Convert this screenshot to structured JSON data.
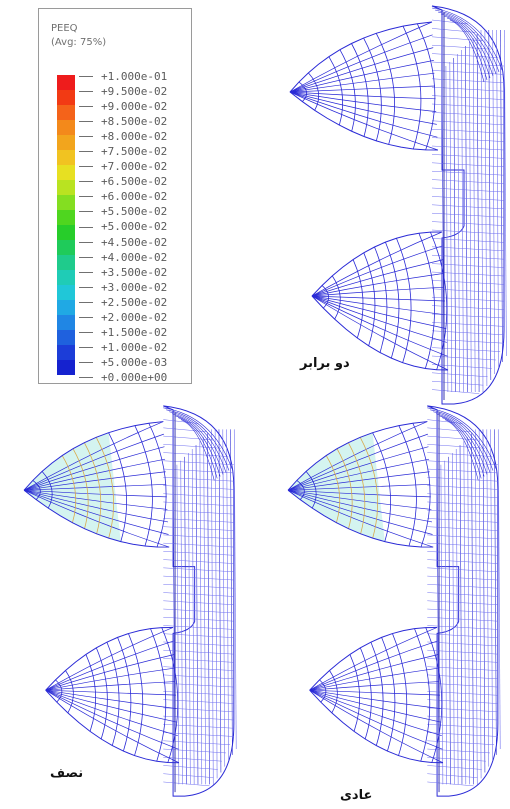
{
  "legend": {
    "title": "PEEQ",
    "subtitle": "(Avg: 75%)",
    "entries": [
      {
        "label": "+1.000e-01",
        "color": "#ee1c1c"
      },
      {
        "label": "+9.500e-02",
        "color": "#f23a14"
      },
      {
        "label": "+9.000e-02",
        "color": "#f4631a"
      },
      {
        "label": "+8.500e-02",
        "color": "#f3891b"
      },
      {
        "label": "+8.000e-02",
        "color": "#f2a51d"
      },
      {
        "label": "+7.500e-02",
        "color": "#f1c321"
      },
      {
        "label": "+7.000e-02",
        "color": "#e7e022"
      },
      {
        "label": "+6.500e-02",
        "color": "#b9e321"
      },
      {
        "label": "+6.000e-02",
        "color": "#84de21"
      },
      {
        "label": "+5.500e-02",
        "color": "#4fd61f"
      },
      {
        "label": "+5.000e-02",
        "color": "#27cd2a"
      },
      {
        "label": "+4.500e-02",
        "color": "#1fcb5a"
      },
      {
        "label": "+4.000e-02",
        "color": "#1fcb8c"
      },
      {
        "label": "+3.500e-02",
        "color": "#1fccb6"
      },
      {
        "label": "+3.000e-02",
        "color": "#20c7d8"
      },
      {
        "label": "+2.500e-02",
        "color": "#20a9e4"
      },
      {
        "label": "+2.000e-02",
        "color": "#2086e4"
      },
      {
        "label": "+1.500e-02",
        "color": "#1f61de"
      },
      {
        "label": "+1.000e-02",
        "color": "#1c3dd8"
      },
      {
        "label": "+5.000e-03",
        "color": "#1522cf"
      },
      {
        "label": "+0.000e+00",
        "color": "#0f10c4"
      }
    ]
  },
  "panels": [
    {
      "caption": "دو برابر",
      "mesh_color": "#2a2ad6",
      "highlight": false
    },
    {
      "caption": "نصف",
      "mesh_color": "#2a2ad6",
      "highlight": true
    },
    {
      "caption": "عادی",
      "mesh_color": "#2a2ad6",
      "highlight": true
    }
  ],
  "colors": {
    "mesh": "#2a2ad6",
    "mesh_light": "#6f6ff0",
    "highlight_fill": "#cff3ee",
    "highlight_line": "#d9a84a"
  }
}
